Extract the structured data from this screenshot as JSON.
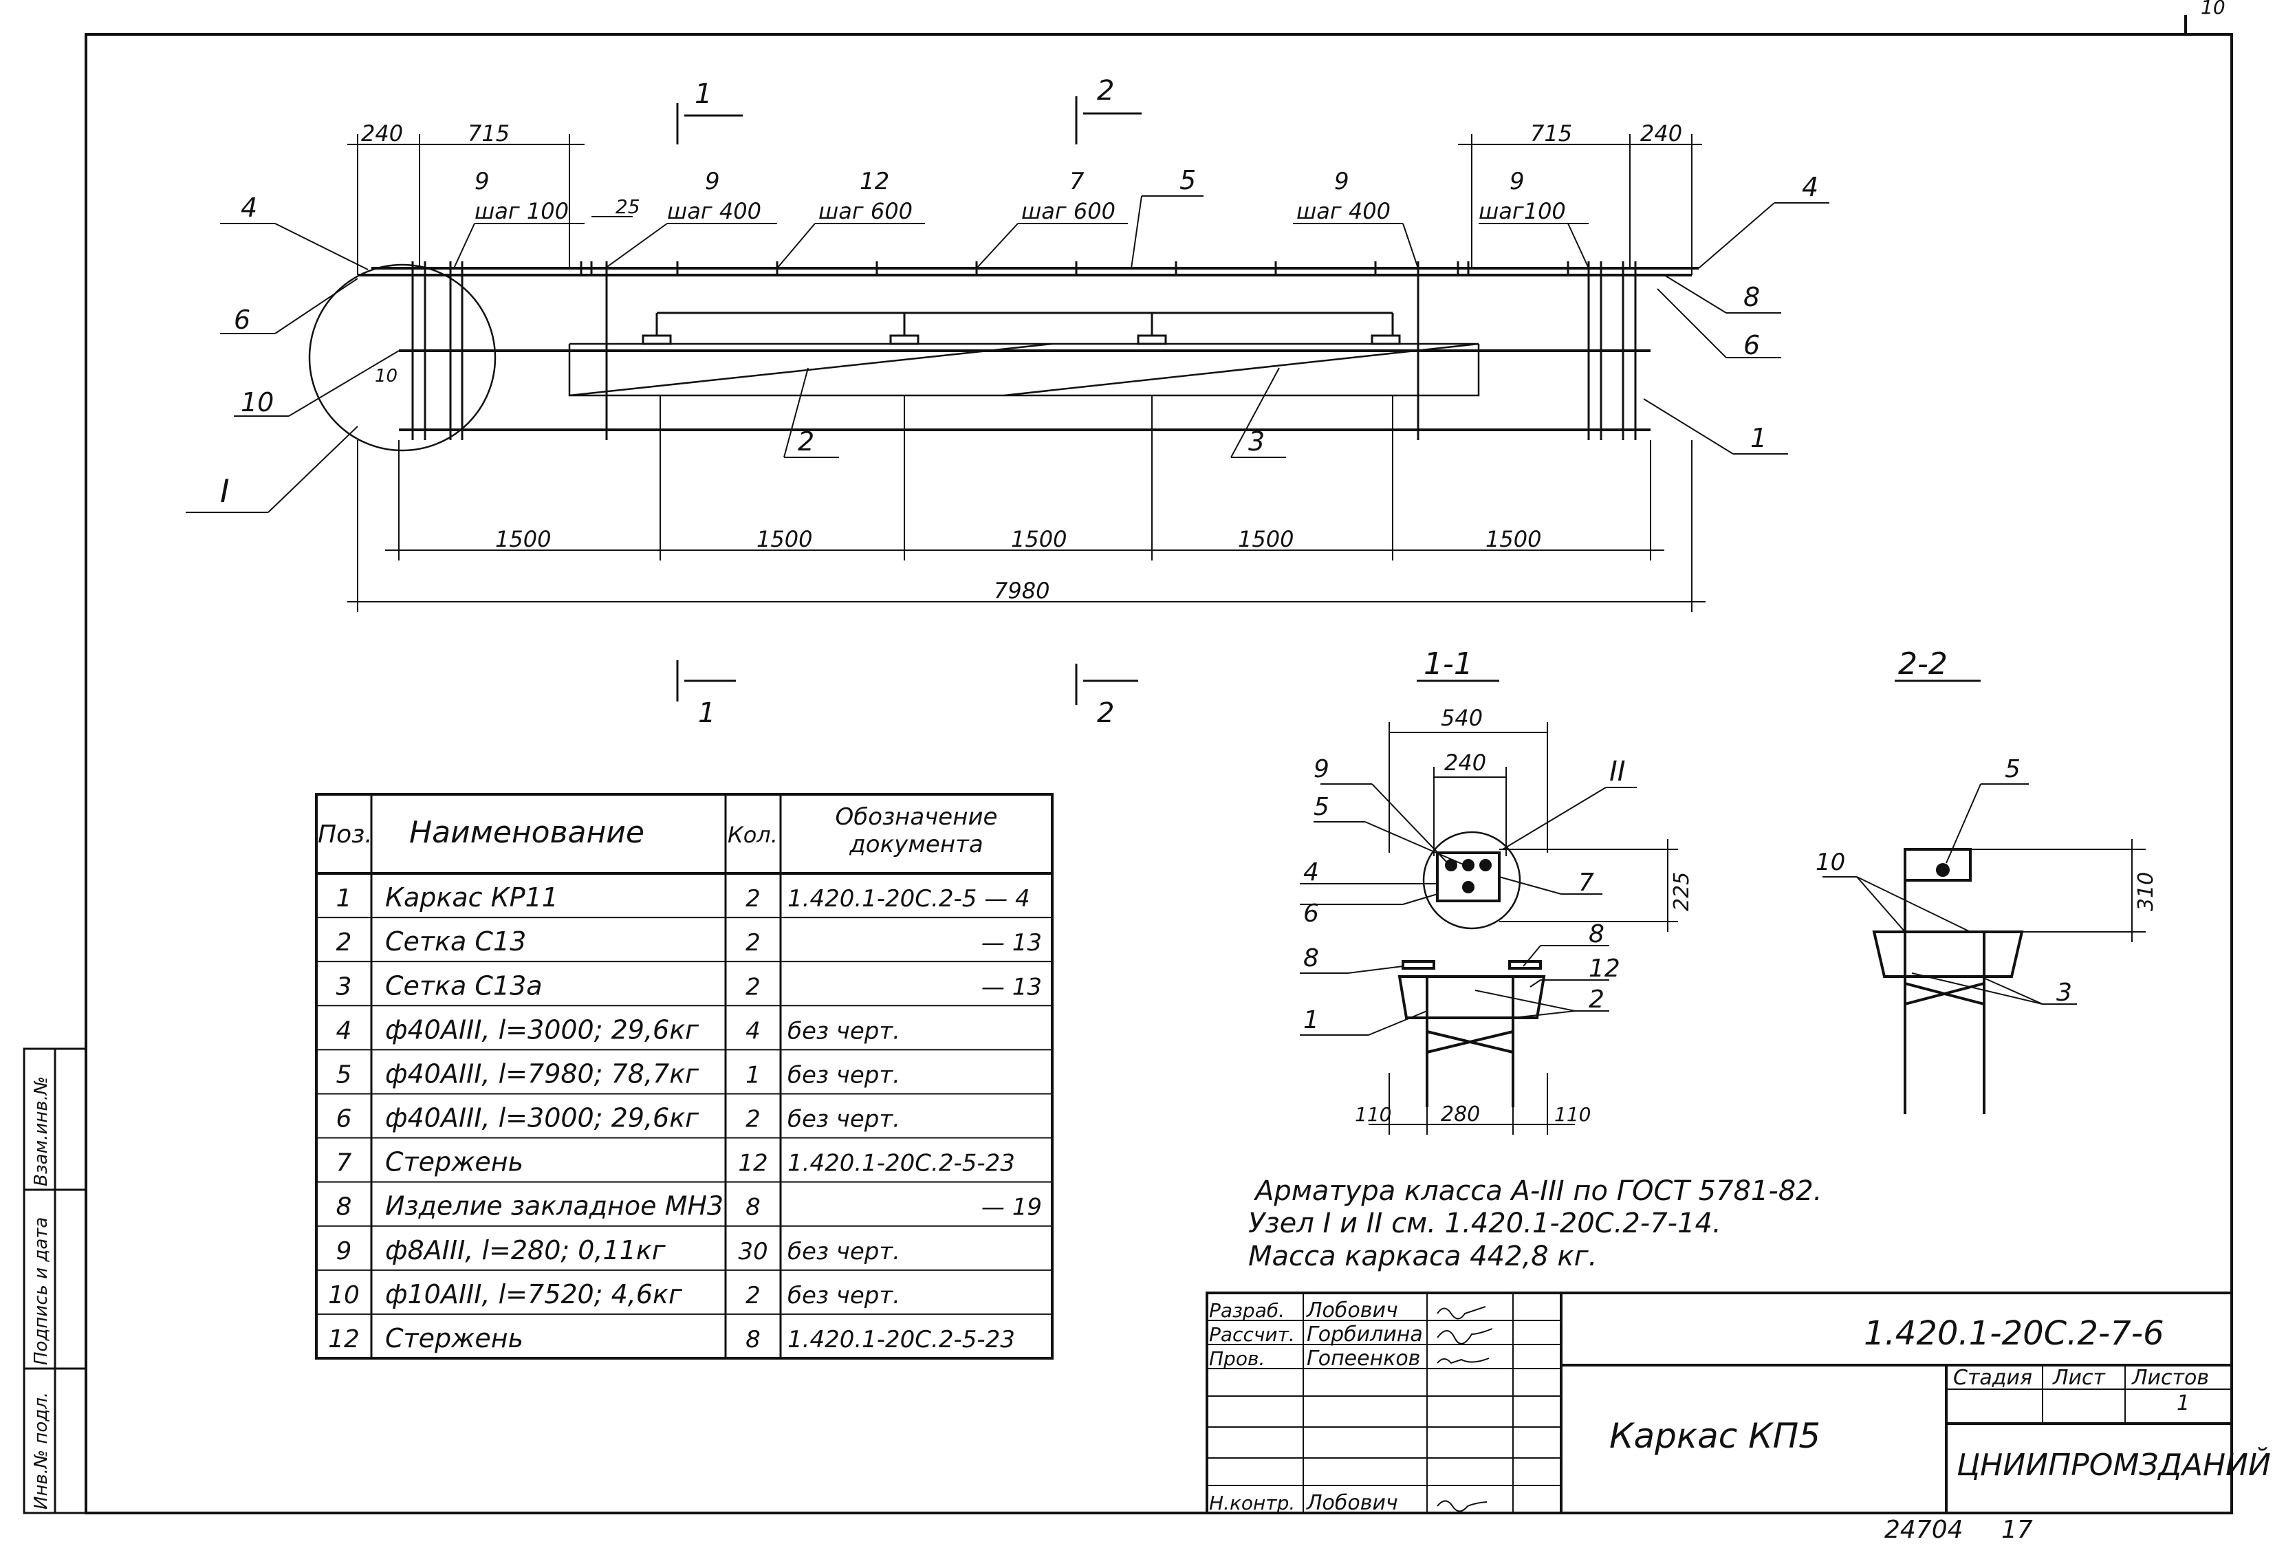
{
  "sheet": {
    "page_number": "10",
    "bottom_code": "24704",
    "bottom_format": "17",
    "side_stamp": [
      "Инв.№ подл.",
      "Подпись и дата",
      "Взам.инв.№"
    ]
  },
  "drawing": {
    "dims_top_left": [
      "240",
      "715"
    ],
    "dims_top_right": [
      "715",
      "240"
    ],
    "dim_small": "25",
    "dim_ten": "10",
    "spacings": [
      {
        "pos": "9",
        "text": "шаг 100"
      },
      {
        "pos": "9",
        "text": "шаг 400"
      },
      {
        "pos": "12",
        "text": "шаг 600"
      },
      {
        "pos": "7",
        "text": "шаг 600"
      },
      {
        "pos": "9",
        "text": "шаг 400"
      },
      {
        "pos": "9",
        "text": "шаг100"
      }
    ],
    "position_labels": [
      "4",
      "6",
      "10",
      "5",
      "4",
      "8",
      "6",
      "1",
      "2",
      "3"
    ],
    "node_label": "I",
    "bottom_dims": [
      "1500",
      "1500",
      "1500",
      "1500",
      "1500"
    ],
    "total_length": "7980",
    "section_markers": [
      "1",
      "2",
      "1",
      "2"
    ]
  },
  "sections": {
    "s1": {
      "title": "1-1",
      "width": "540",
      "inner": "240",
      "height": "225",
      "node": "II",
      "bottom_dims": [
        "110",
        "280",
        "110"
      ],
      "labels": [
        "9",
        "5",
        "4",
        "6",
        "8",
        "1",
        "7",
        "8",
        "12",
        "2"
      ]
    },
    "s2": {
      "title": "2-2",
      "height": "310",
      "labels": [
        "5",
        "10",
        "3"
      ]
    }
  },
  "spec_table": {
    "headers": [
      "Поз.",
      "Наименование",
      "Кол.",
      "Обозначение документа"
    ],
    "rows": [
      [
        "1",
        "Каркас КР11",
        "2",
        "1.420.1-20С.2-5 — 4"
      ],
      [
        "2",
        "Сетка С13",
        "2",
        "— 13"
      ],
      [
        "3",
        "Сетка С13а",
        "2",
        "— 13"
      ],
      [
        "4",
        "ф40АIII, l=3000; 29,6кг",
        "4",
        "без черт."
      ],
      [
        "5",
        "ф40АIII, l=7980; 78,7кг",
        "1",
        "без черт."
      ],
      [
        "6",
        "ф40АIII, l=3000; 29,6кг",
        "2",
        "без черт."
      ],
      [
        "7",
        "Стержень",
        "12",
        "1.420.1-20С.2-5-23"
      ],
      [
        "8",
        "Изделие закладное МН3",
        "8",
        "— 19"
      ],
      [
        "9",
        "ф8АIII, l=280; 0,11кг",
        "30",
        "без черт."
      ],
      [
        "10",
        "ф10АIII, l=7520; 4,6кг",
        "2",
        "без черт."
      ],
      [
        "12",
        "Стержень",
        "8",
        "1.420.1-20С.2-5-23"
      ]
    ]
  },
  "notes": [
    "Арматура класса А-III по ГОСТ 5781-82.",
    "Узел I и II см. 1.420.1-20С.2-7-14.",
    "Масса каркаса 442,8 кг."
  ],
  "title_block": {
    "code": "1.420.1-20С.2-7-6",
    "title": "Каркас КП5",
    "org": "ЦНИИПРОМЗДАНИЙ",
    "stage_headers": [
      "Стадия",
      "Лист",
      "Листов"
    ],
    "sheets_count": "1",
    "people": [
      {
        "role": "Разраб.",
        "name": "Лобович"
      },
      {
        "role": "Рассчит.",
        "name": "Горбилина"
      },
      {
        "role": "Пров.",
        "name": "Гопеенков"
      },
      {
        "role": "Н.контр.",
        "name": "Лобович"
      }
    ]
  }
}
